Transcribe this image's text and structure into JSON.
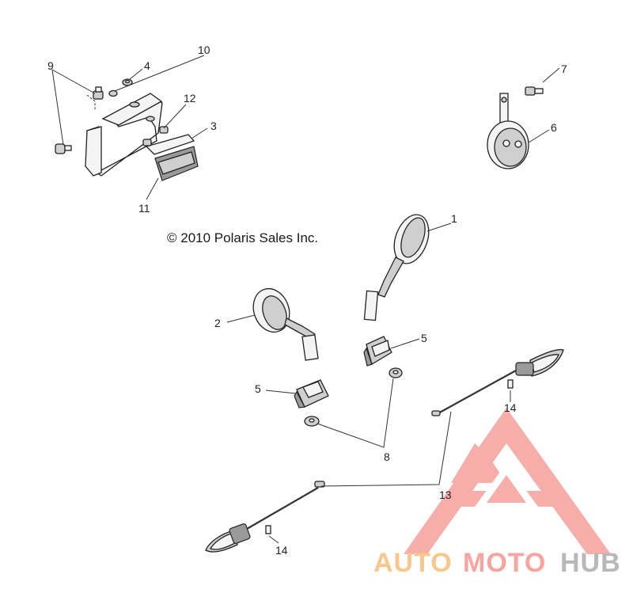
{
  "copyright": "© 2010 Polaris Sales Inc.",
  "callouts": {
    "c1": "1",
    "c2": "2",
    "c3": "3",
    "c4": "4",
    "c5a": "5",
    "c5b": "5",
    "c6": "6",
    "c7": "7",
    "c8": "8",
    "c9": "9",
    "c10": "10",
    "c11": "11",
    "c12": "12",
    "c13": "13",
    "c14a": "14",
    "c14b": "14"
  },
  "watermark": {
    "part1": "AUTO",
    "part2": "MOTO",
    "part3": "HUB"
  }
}
